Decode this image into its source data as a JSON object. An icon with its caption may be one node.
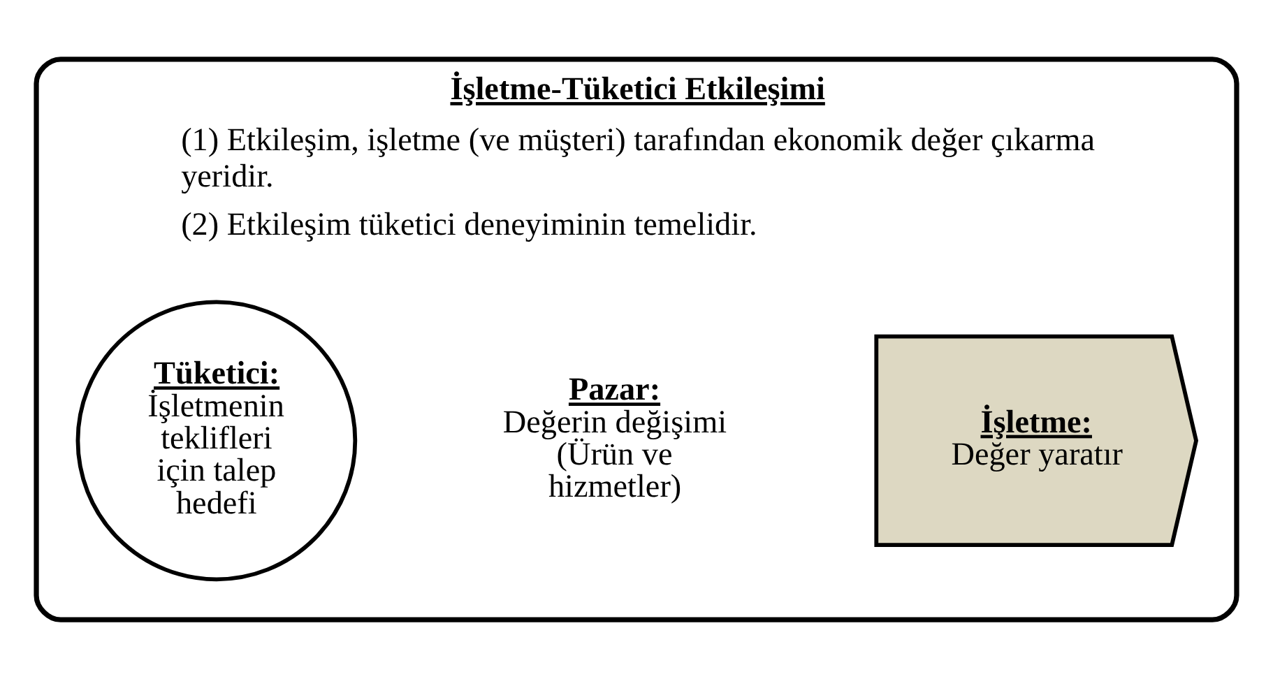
{
  "diagram": {
    "nodes": [
      {
        "text": [
          "İşletme-Tüketici Etkileşimi",
          "(1) Etkileşim, işletme (ve müşteri) tarafından ekonomik değer çıkarma yeridir.",
          "(2) Etkileşim tüketici deneyiminin temelidir."
        ]
      },
      {
        "text": [
          "İşletme:",
          "Değer yaratır"
        ],
        "in": 0
      },
      {
        "text": [
          "Tüketici:",
          "İşletmenin teklifleri için talep hedefi"
        ],
        "in": 0
      }
    ],
    "labels": [
      "Pazar:",
      "Değerin değişimi (Ürün ve hizmetler)"
    ]
  }
}
